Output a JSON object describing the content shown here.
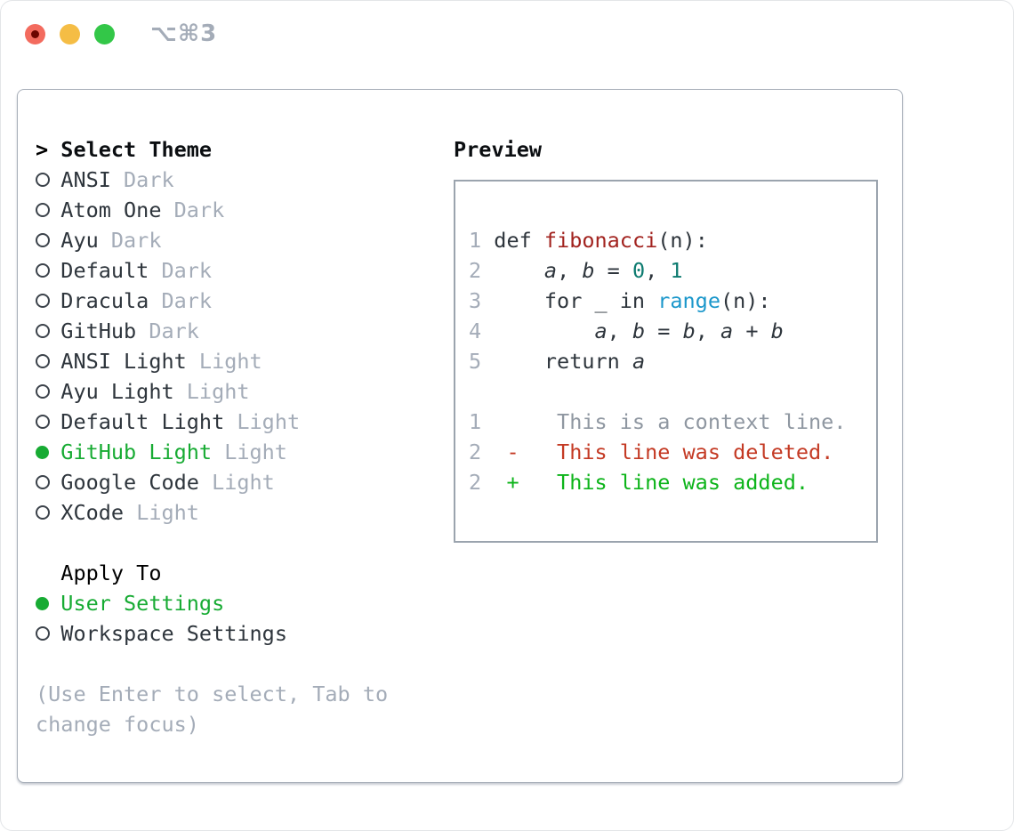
{
  "titlebar": {
    "title": "⌥⌘3"
  },
  "theme_picker": {
    "header": "Select Theme",
    "header_marker": ">",
    "items": [
      {
        "name": "ANSI",
        "variant": "Dark",
        "selected": false
      },
      {
        "name": "Atom One",
        "variant": "Dark",
        "selected": false
      },
      {
        "name": "Ayu",
        "variant": "Dark",
        "selected": false
      },
      {
        "name": "Default",
        "variant": "Dark",
        "selected": false
      },
      {
        "name": "Dracula",
        "variant": "Dark",
        "selected": false
      },
      {
        "name": "GitHub",
        "variant": "Dark",
        "selected": false
      },
      {
        "name": "ANSI Light",
        "variant": "Light",
        "selected": false
      },
      {
        "name": "Ayu Light",
        "variant": "Light",
        "selected": false
      },
      {
        "name": "Default Light",
        "variant": "Light",
        "selected": false
      },
      {
        "name": "GitHub Light",
        "variant": "Light",
        "selected": true
      },
      {
        "name": "Google Code",
        "variant": "Light",
        "selected": false
      },
      {
        "name": "XCode",
        "variant": "Light",
        "selected": false
      }
    ],
    "apply_to": {
      "header": "Apply To",
      "options": [
        {
          "label": "User Settings",
          "selected": true
        },
        {
          "label": "Workspace Settings",
          "selected": false
        }
      ]
    },
    "hint_line1": "(Use Enter to select, Tab to",
    "hint_line2": "change focus)"
  },
  "preview": {
    "header": "Preview",
    "lines": [
      [
        {
          "c": "g",
          "t": "1"
        },
        {
          "c": "t",
          "t": " def "
        },
        {
          "c": "fn",
          "t": "fibonacci"
        },
        {
          "c": "t",
          "t": "(n):"
        }
      ],
      [
        {
          "c": "g",
          "t": "2"
        },
        {
          "c": "t",
          "t": "     "
        },
        {
          "c": "var",
          "t": "a"
        },
        {
          "c": "t",
          "t": ", "
        },
        {
          "c": "var",
          "t": "b"
        },
        {
          "c": "t",
          "t": " = "
        },
        {
          "c": "num",
          "t": "0"
        },
        {
          "c": "t",
          "t": ", "
        },
        {
          "c": "num",
          "t": "1"
        }
      ],
      [
        {
          "c": "g",
          "t": "3"
        },
        {
          "c": "t",
          "t": "     for _ in "
        },
        {
          "c": "blue",
          "t": "range"
        },
        {
          "c": "t",
          "t": "(n):"
        }
      ],
      [
        {
          "c": "g",
          "t": "4"
        },
        {
          "c": "t",
          "t": "         "
        },
        {
          "c": "var",
          "t": "a"
        },
        {
          "c": "t",
          "t": ", "
        },
        {
          "c": "var",
          "t": "b"
        },
        {
          "c": "t",
          "t": " = "
        },
        {
          "c": "var",
          "t": "b"
        },
        {
          "c": "t",
          "t": ", "
        },
        {
          "c": "var",
          "t": "a"
        },
        {
          "c": "t",
          "t": " + "
        },
        {
          "c": "var",
          "t": "b"
        }
      ],
      [
        {
          "c": "g",
          "t": "5"
        },
        {
          "c": "t",
          "t": "     return "
        },
        {
          "c": "var",
          "t": "a"
        }
      ],
      [],
      [
        {
          "c": "g",
          "t": "1"
        },
        {
          "c": "ctx",
          "t": "      This is a context line."
        }
      ],
      [
        {
          "c": "g",
          "t": "2"
        },
        {
          "c": "red",
          "t": "  -   This line was deleted."
        }
      ],
      [
        {
          "c": "g",
          "t": "2"
        },
        {
          "c": "grn",
          "t": "  +   This line was added."
        }
      ]
    ]
  },
  "colors": {
    "green": "#17ab33",
    "green_bright": "#0db41a",
    "red": "#c43a24",
    "dark_red": "#a2231f",
    "teal": "#0d7b70",
    "blue": "#1b97cb",
    "text": "#2e353c",
    "heading": "#0b0e11",
    "muted": "#a4acb8",
    "context": "#8f97a1",
    "line_number": "#a4acb8",
    "panel_border": "#a9b0ba",
    "preview_border": "#9ba4ae",
    "traffic_red": "#f36b5e",
    "traffic_red_dot": "#6d0600",
    "traffic_yellow": "#f5bd45",
    "traffic_green": "#33c748"
  }
}
